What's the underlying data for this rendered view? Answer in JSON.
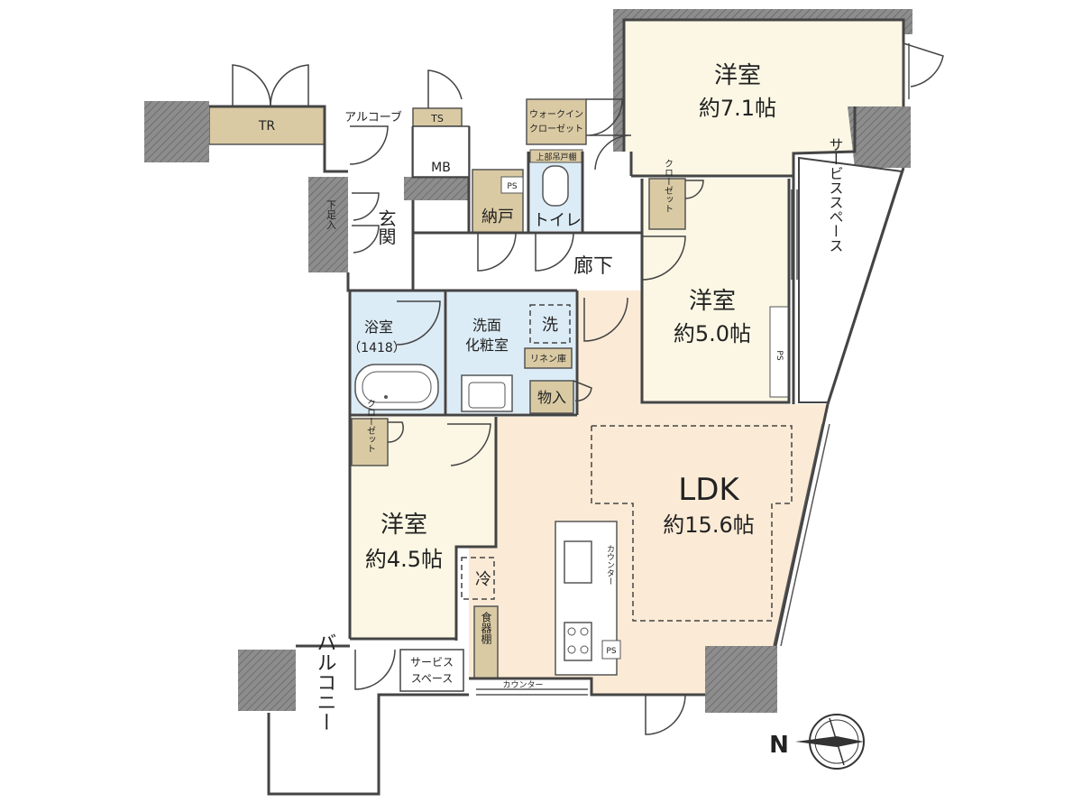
{
  "rooms": {
    "western_71": {
      "name": "洋室",
      "size": "約7.1帖"
    },
    "western_50": {
      "name": "洋室",
      "size": "約5.0帖"
    },
    "western_45": {
      "name": "洋室",
      "size": "約4.5帖"
    },
    "ldk": {
      "name": "LDK",
      "size": "約15.6帖"
    },
    "entrance": "玄関",
    "hallway": "廊下",
    "toilet": "トイレ",
    "storage": "納戸",
    "bathroom": "浴室",
    "bathroom_size": "（1418）",
    "washroom_1": "洗面",
    "washroom_2": "化粧室",
    "laundry": "洗",
    "linen": "リネン庫",
    "storeroom": "物入",
    "fridge": "冷",
    "dish_shelf": "食器棚",
    "walk_in_1": "ウォークイン",
    "walk_in_2": "クローゼット",
    "closet_a": "クローゼット",
    "closet_b": "クローゼット",
    "shoe_box": "下足入",
    "upper_shelf": "上部吊戸棚",
    "service_space_small_1": "サービス",
    "service_space_small_2": "スペース",
    "service_space_large": "サービススペース",
    "balcony": "バルコニー",
    "alcove": "アルコーブ",
    "tr": "TR",
    "ts": "TS",
    "mb": "MB",
    "ps": "PS",
    "counter": "カウンター"
  },
  "colors": {
    "wall": "#8a8a8a",
    "floor_western": "#fbf7e4",
    "floor_ldk": "#fbebd6",
    "floor_wet": "#dcecf6",
    "storage": "#d9caa3",
    "white": "#ffffff"
  },
  "compass": "N"
}
